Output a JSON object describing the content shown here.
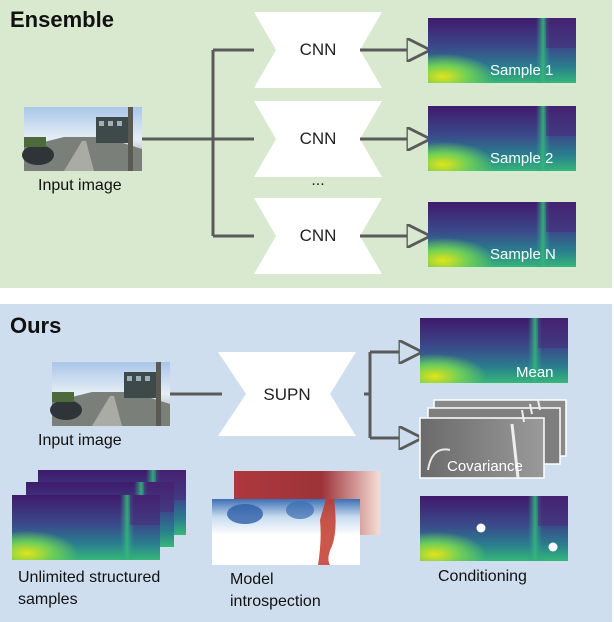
{
  "ensemble": {
    "title": "Ensemble",
    "input_label": "Input image",
    "networks": [
      "CNN",
      "CNN",
      "CNN"
    ],
    "ellipsis": "...",
    "samples": [
      "Sample 1",
      "Sample 2",
      "Sample N"
    ]
  },
  "ours": {
    "title": "Ours",
    "input_label": "Input image",
    "network": "SUPN",
    "mean_label": "Mean",
    "covariance_label": "Covariance",
    "structured_samples_label_line1": "Unlimited structured",
    "structured_samples_label_line2": "samples",
    "introspection_label_line1": "Model",
    "introspection_label_line2": "introspection",
    "conditioning_label": "Conditioning"
  },
  "colors": {
    "ensemble_bg": "#d8e9cf",
    "ours_bg": "#cfdeee",
    "arrow": "#5a5a5a",
    "depth_far": "#3b1f6e",
    "depth_mid": "#2c6f8e",
    "depth_near": "#cde447"
  }
}
